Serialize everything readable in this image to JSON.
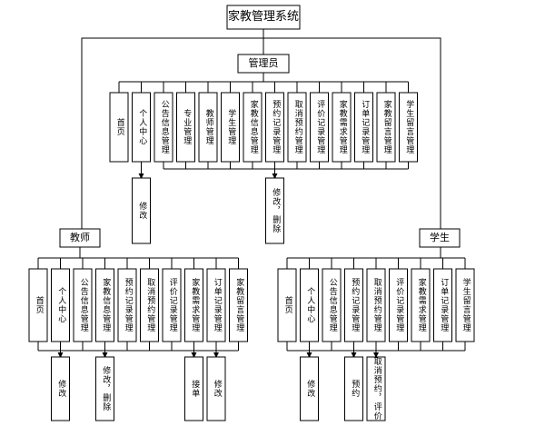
{
  "root": "家教管理系统",
  "admin": {
    "title": "管理员",
    "modules": [
      "首页",
      "个人中心",
      "公告信息管理",
      "专业管理",
      "教师管理",
      "学生管理",
      "家教信息管理",
      "预约记录管理",
      "取消预约管理",
      "评价记录管理",
      "家教需求管理",
      "订单记录管理",
      "家教留言管理",
      "学生留言管理"
    ],
    "sub_personal": "修改",
    "sub_actions": "修改，删除"
  },
  "teacher": {
    "title": "教师",
    "modules": [
      "首页",
      "个人中心",
      "公告信息管理",
      "家教信息管理",
      "预约记录管理",
      "取消预约管理",
      "评价记录管理",
      "家教需求管理",
      "订单记录管理",
      "家教留言管理"
    ],
    "sub_personal": "修改",
    "sub_info": "修改，删除",
    "sub_demand": "接单",
    "sub_order": "修改"
  },
  "student": {
    "title": "学生",
    "modules": [
      "首页",
      "个人中心",
      "公告信息管理",
      "预约记录管理",
      "取消预约管理",
      "评价记录管理",
      "家教需求管理",
      "订单记录管理",
      "学生留言管理"
    ],
    "sub_personal": "修改",
    "sub_info": "预约",
    "sub_booking": "取消预约，评价"
  }
}
